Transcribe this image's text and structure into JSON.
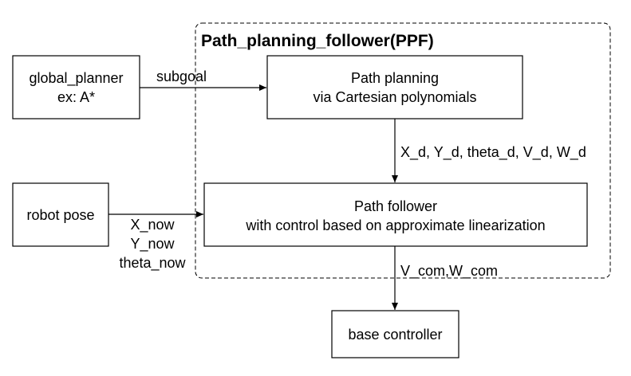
{
  "group": {
    "title": "Path_planning_follower(PPF)"
  },
  "nodes": {
    "global_planner": {
      "line1": "global_planner",
      "line2": "ex: A*"
    },
    "path_planning": {
      "line1": "Path planning",
      "line2": "via Cartesian polynomials"
    },
    "robot_pose": {
      "label": "robot pose"
    },
    "path_follower": {
      "line1": "Path follower",
      "line2": "with control based on approximate linearization"
    },
    "base_controller": {
      "label": "base controller"
    }
  },
  "edges": {
    "subgoal": "subgoal",
    "planner_outputs": "X_d, Y_d, theta_d, V_d, W_d",
    "pose_line1": "X_now",
    "pose_line2": "Y_now",
    "pose_line3": "theta_now",
    "commands": "V_com,W_com"
  },
  "colors": {
    "stroke": "#000000",
    "fill": "#ffffff",
    "text": "#000000"
  }
}
